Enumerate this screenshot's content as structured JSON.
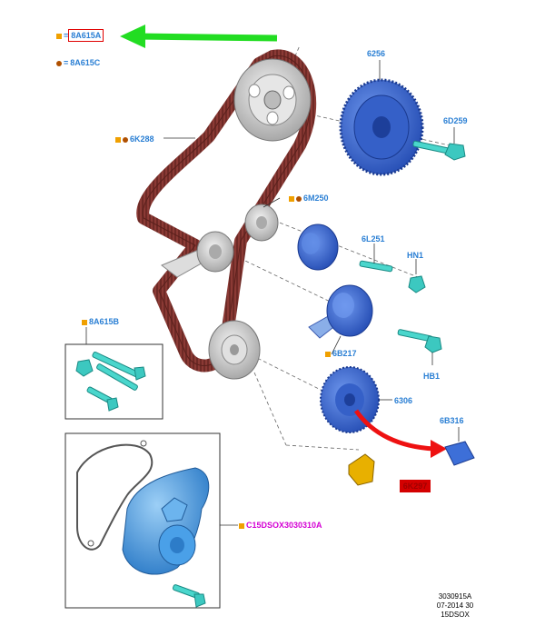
{
  "legend": {
    "square_ref": "8A615A",
    "dot_ref": "8A615C"
  },
  "labels": {
    "p6256": "6256",
    "p6D259": "6D259",
    "p6K288": "6K288",
    "p6M250": "6M250",
    "p6L251": "6L251",
    "pHN1": "HN1",
    "p8A615B": "8A615B",
    "p6B217": "6B217",
    "pHB1": "HB1",
    "p6306": "6306",
    "p6B316": "6B316",
    "p6K297": "6K297",
    "pC15": "C15DSOX3030310A"
  },
  "footer": {
    "line1": "3030915A",
    "line2": "07-2014 30",
    "line3": "15DSOX"
  },
  "colors": {
    "belt": "#8b3a35",
    "blue_part": "#3d6fd8",
    "pump_blue": "#4aa0e8",
    "teal_bolt": "#3cc8c0",
    "grey_part": "#d8d8d8",
    "arrow_green": "#22dd22",
    "arrow_red": "#ee1111",
    "label_blue": "#2a7fd4",
    "label_magenta": "#d400d4",
    "marker_orange": "#f0a000",
    "marker_brown": "#b05000"
  }
}
